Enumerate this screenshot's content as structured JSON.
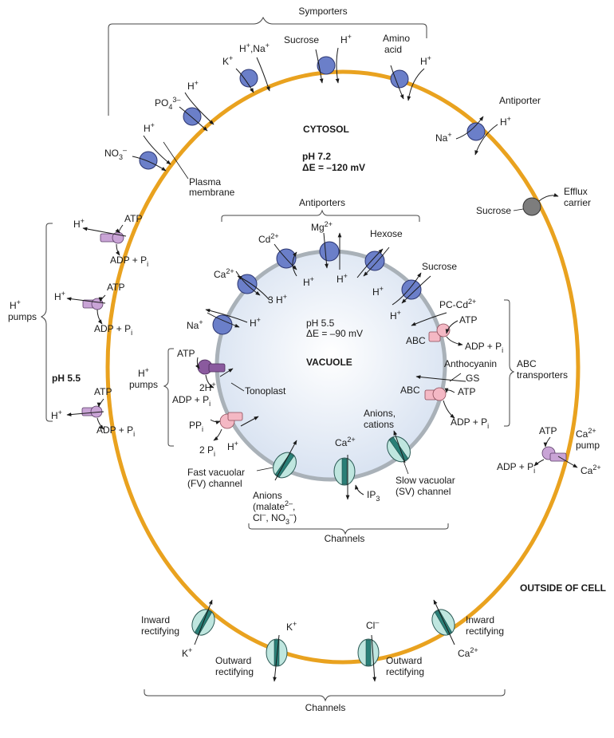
{
  "labels": {
    "symporters": "Symporters",
    "sym_k": "K",
    "sym_hna": "H",
    "sym_sucrose": "Sucrose",
    "sym_h1": "H",
    "sym_amino1": "Amino",
    "sym_amino2": "acid",
    "sym_h2": "H",
    "sym_h3": "H",
    "sym_po4": "PO",
    "sym_h4": "H",
    "sym_no3": "NO",
    "antiporter": "Antiporter",
    "anti_h": "H",
    "anti_na": "Na",
    "cytosol": "CYTOSOL",
    "cyto_ph": "pH 7.2",
    "cyto_de": "ΔE = –120 mV",
    "plasma1": "Plasma",
    "plasma2": "membrane",
    "sucrose_efflux": "Sucrose",
    "efflux1": "Efflux",
    "efflux2": "carrier",
    "v_antiporters": "Antiporters",
    "v_mg": "Mg",
    "v_cd": "Cd",
    "v_hexose": "Hexose",
    "v_ca": "Ca",
    "v_sucrose": "Sucrose",
    "v_h_a": "H",
    "v_h_b": "H",
    "v_h_c": "H",
    "v_3h": "3 H",
    "v_na": "Na",
    "v_h_d": "H",
    "v_h_e": "H",
    "vac_ph": "pH 5.5",
    "vac_de": "ΔE = –90 mV",
    "vacuole": "VACUOLE",
    "pccd": "PC-Cd",
    "abc1_atp": "ATP",
    "abc1": "ABC",
    "abc1_adp": "ADP + P",
    "anthocyanin": "Anthocyanin",
    "gs": "GS",
    "abc2": "ABC",
    "abc2_atp": "ATP",
    "abc2_adp": "ADP + P",
    "abc_transporters1": "ABC",
    "abc_transporters2": "transporters",
    "pm_h1": "H",
    "pm_atp1": "ATP",
    "pm_adp1": "ADP + P",
    "pm_h2": "H",
    "pm_atp2": "ATP",
    "pm_adp2": "ADP + P",
    "pm_h3": "H",
    "pm_atp3": "ATP",
    "pm_adp3": "ADP + P",
    "h_pumps1": "H",
    "h_pumps2": "pumps",
    "outside_ph": "pH 5.5",
    "tv_atp": "ATP",
    "tv_2h": "2H",
    "tv_adp": "ADP + P",
    "tv_hpumps1": "H",
    "tv_hpumps2": "pumps",
    "tonoplast": "Tonoplast",
    "tv_ppi": "PP",
    "tv_2pi": "2 P",
    "tv_h": "H",
    "anions_cations1": "Anions,",
    "anions_cations2": "cations",
    "vc_ca": "Ca",
    "fv1": "Fast vacuolar",
    "fv2": "(FV) channel",
    "sv1": "Slow vacuolar",
    "sv2": "(SV) channel",
    "ip3": "IP",
    "anions1": "Anions",
    "anions2": "(malate",
    "anions3": "Cl",
    "channels_v": "Channels",
    "ca_atp": "ATP",
    "ca_pump1": "Ca",
    "ca_pump2": "pump",
    "ca_adp": "ADP + P",
    "ca_out": "Ca",
    "outside_cell": "OUTSIDE OF CELL",
    "inward1a": "Inward",
    "inward1b": "rectifying",
    "k_in": "K",
    "k_out": "K",
    "outward1a": "Outward",
    "outward1b": "rectifying",
    "cl": "Cl",
    "outward2a": "Outward",
    "outward2b": "rectifying",
    "inward2a": "Inward",
    "inward2b": "rectifying",
    "ca_in": "Ca",
    "channels_pm": "Channels"
  },
  "colors": {
    "plasma_membrane": "#e9a21f",
    "tonoplast": "#a9b1b8",
    "vacuole_fill": "#e4ecf7",
    "symporter_blue": "#6b7fc9",
    "channel_teal": "#bfe6df",
    "pump_lilac": "#c9a4d6",
    "abc_pink": "#f4b8c4",
    "efflux_gray": "#7d7d7d"
  }
}
